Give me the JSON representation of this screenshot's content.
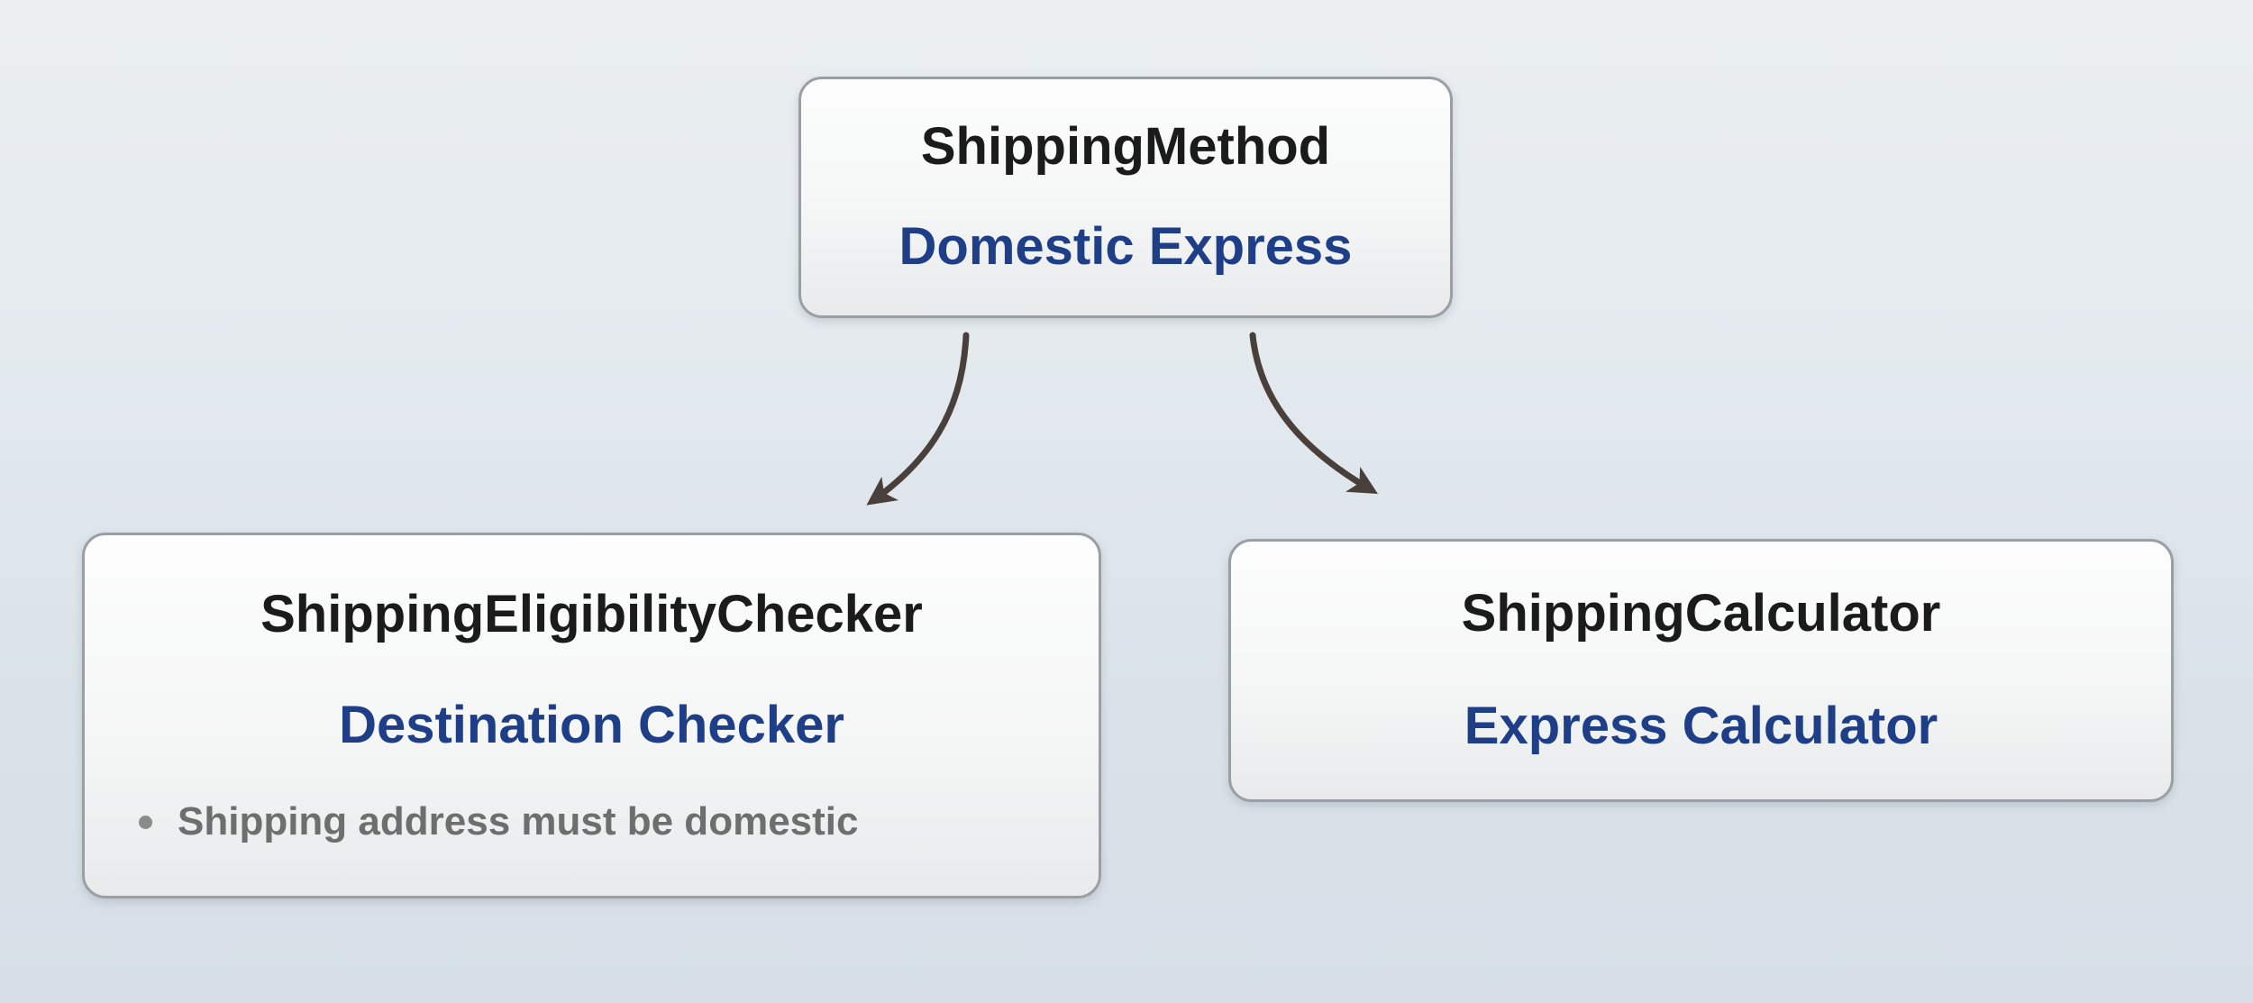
{
  "diagram": {
    "root": {
      "title": "ShippingMethod",
      "subtitle": "Domestic Express"
    },
    "children": [
      {
        "title": "ShippingEligibilityChecker",
        "subtitle": "Destination Checker",
        "bullets": [
          "Shipping address must be domestic"
        ]
      },
      {
        "title": "ShippingCalculator",
        "subtitle": "Express Calculator",
        "bullets": []
      }
    ],
    "colors": {
      "title_text": "#1b1b1b",
      "subtitle_text": "#1e3f87",
      "bullet_text": "#6e6e6e",
      "arrow": "#4a403b",
      "node_border": "#999fa3"
    }
  }
}
